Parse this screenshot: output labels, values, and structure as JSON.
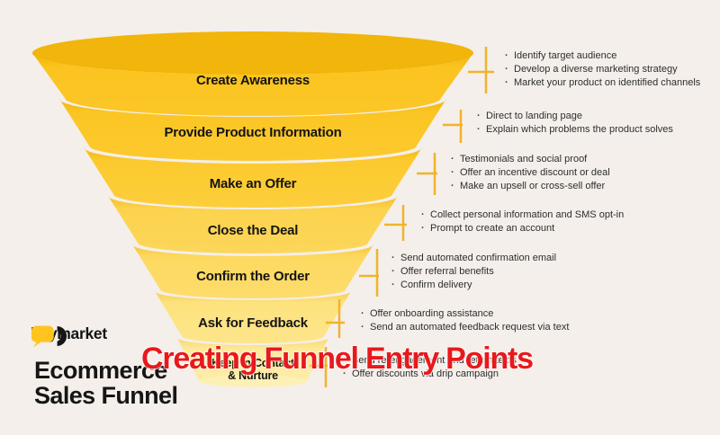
{
  "background_color": "#F4EFEA",
  "brand": {
    "name": "heymarket",
    "bubble_color": "#FFC41E",
    "crescent_color": "#161616"
  },
  "title": {
    "line1": "Ecommerce",
    "line2": "Sales Funnel"
  },
  "overlay": {
    "text": "Creating Funnel Entry Points",
    "color": "#E8191C"
  },
  "glyphs": {
    "bullet": "·"
  },
  "funnel": {
    "connector_color": "#F0B42B",
    "tiers": [
      {
        "label": "Create Awareness",
        "face_color": "#FBC41F",
        "lip_color": "#EFB207",
        "bullets": [
          "Identify target audience",
          "Develop a diverse marketing strategy",
          "Market your product on identified channels"
        ]
      },
      {
        "label": "Provide Product Information",
        "face_color": "#FBC624",
        "lip_color": "#F0B30A",
        "bullets": [
          "Direct to  landing page",
          "Explain which problems the product solves"
        ]
      },
      {
        "label": "Make an Offer",
        "face_color": "#FCCA2E",
        "lip_color": "#F2B60E",
        "bullets": [
          "Testimonials and social proof",
          "Offer an incentive discount or deal",
          "Make an upsell or cross-sell offer"
        ]
      },
      {
        "label": "Close the Deal",
        "face_color": "#FCD34D",
        "lip_color": "#F4BC1F",
        "bullets": [
          "Collect personal information and SMS opt-in",
          "Prompt to create an account"
        ]
      },
      {
        "label": "Confirm the Order",
        "face_color": "#FDD960",
        "lip_color": "#F6C231",
        "bullets": [
          "Send automated confirmation email",
          "Offer referral benefits",
          "Confirm delivery"
        ]
      },
      {
        "label": "Ask for Feedback",
        "face_color": "#FDE27E",
        "lip_color": "#F8CC4D",
        "bullets": [
          "Offer onboarding assistance",
          "Send an automated feedback request via text"
        ]
      },
      {
        "label_line1": "Keep in Contact",
        "label_line2": "& Nurture",
        "face_color": "#FDEA9E",
        "lip_color": "#FAD76C",
        "bullets": [
          "Send re-engagement and return texts",
          "Offer discounts via drip campaign"
        ]
      }
    ]
  }
}
